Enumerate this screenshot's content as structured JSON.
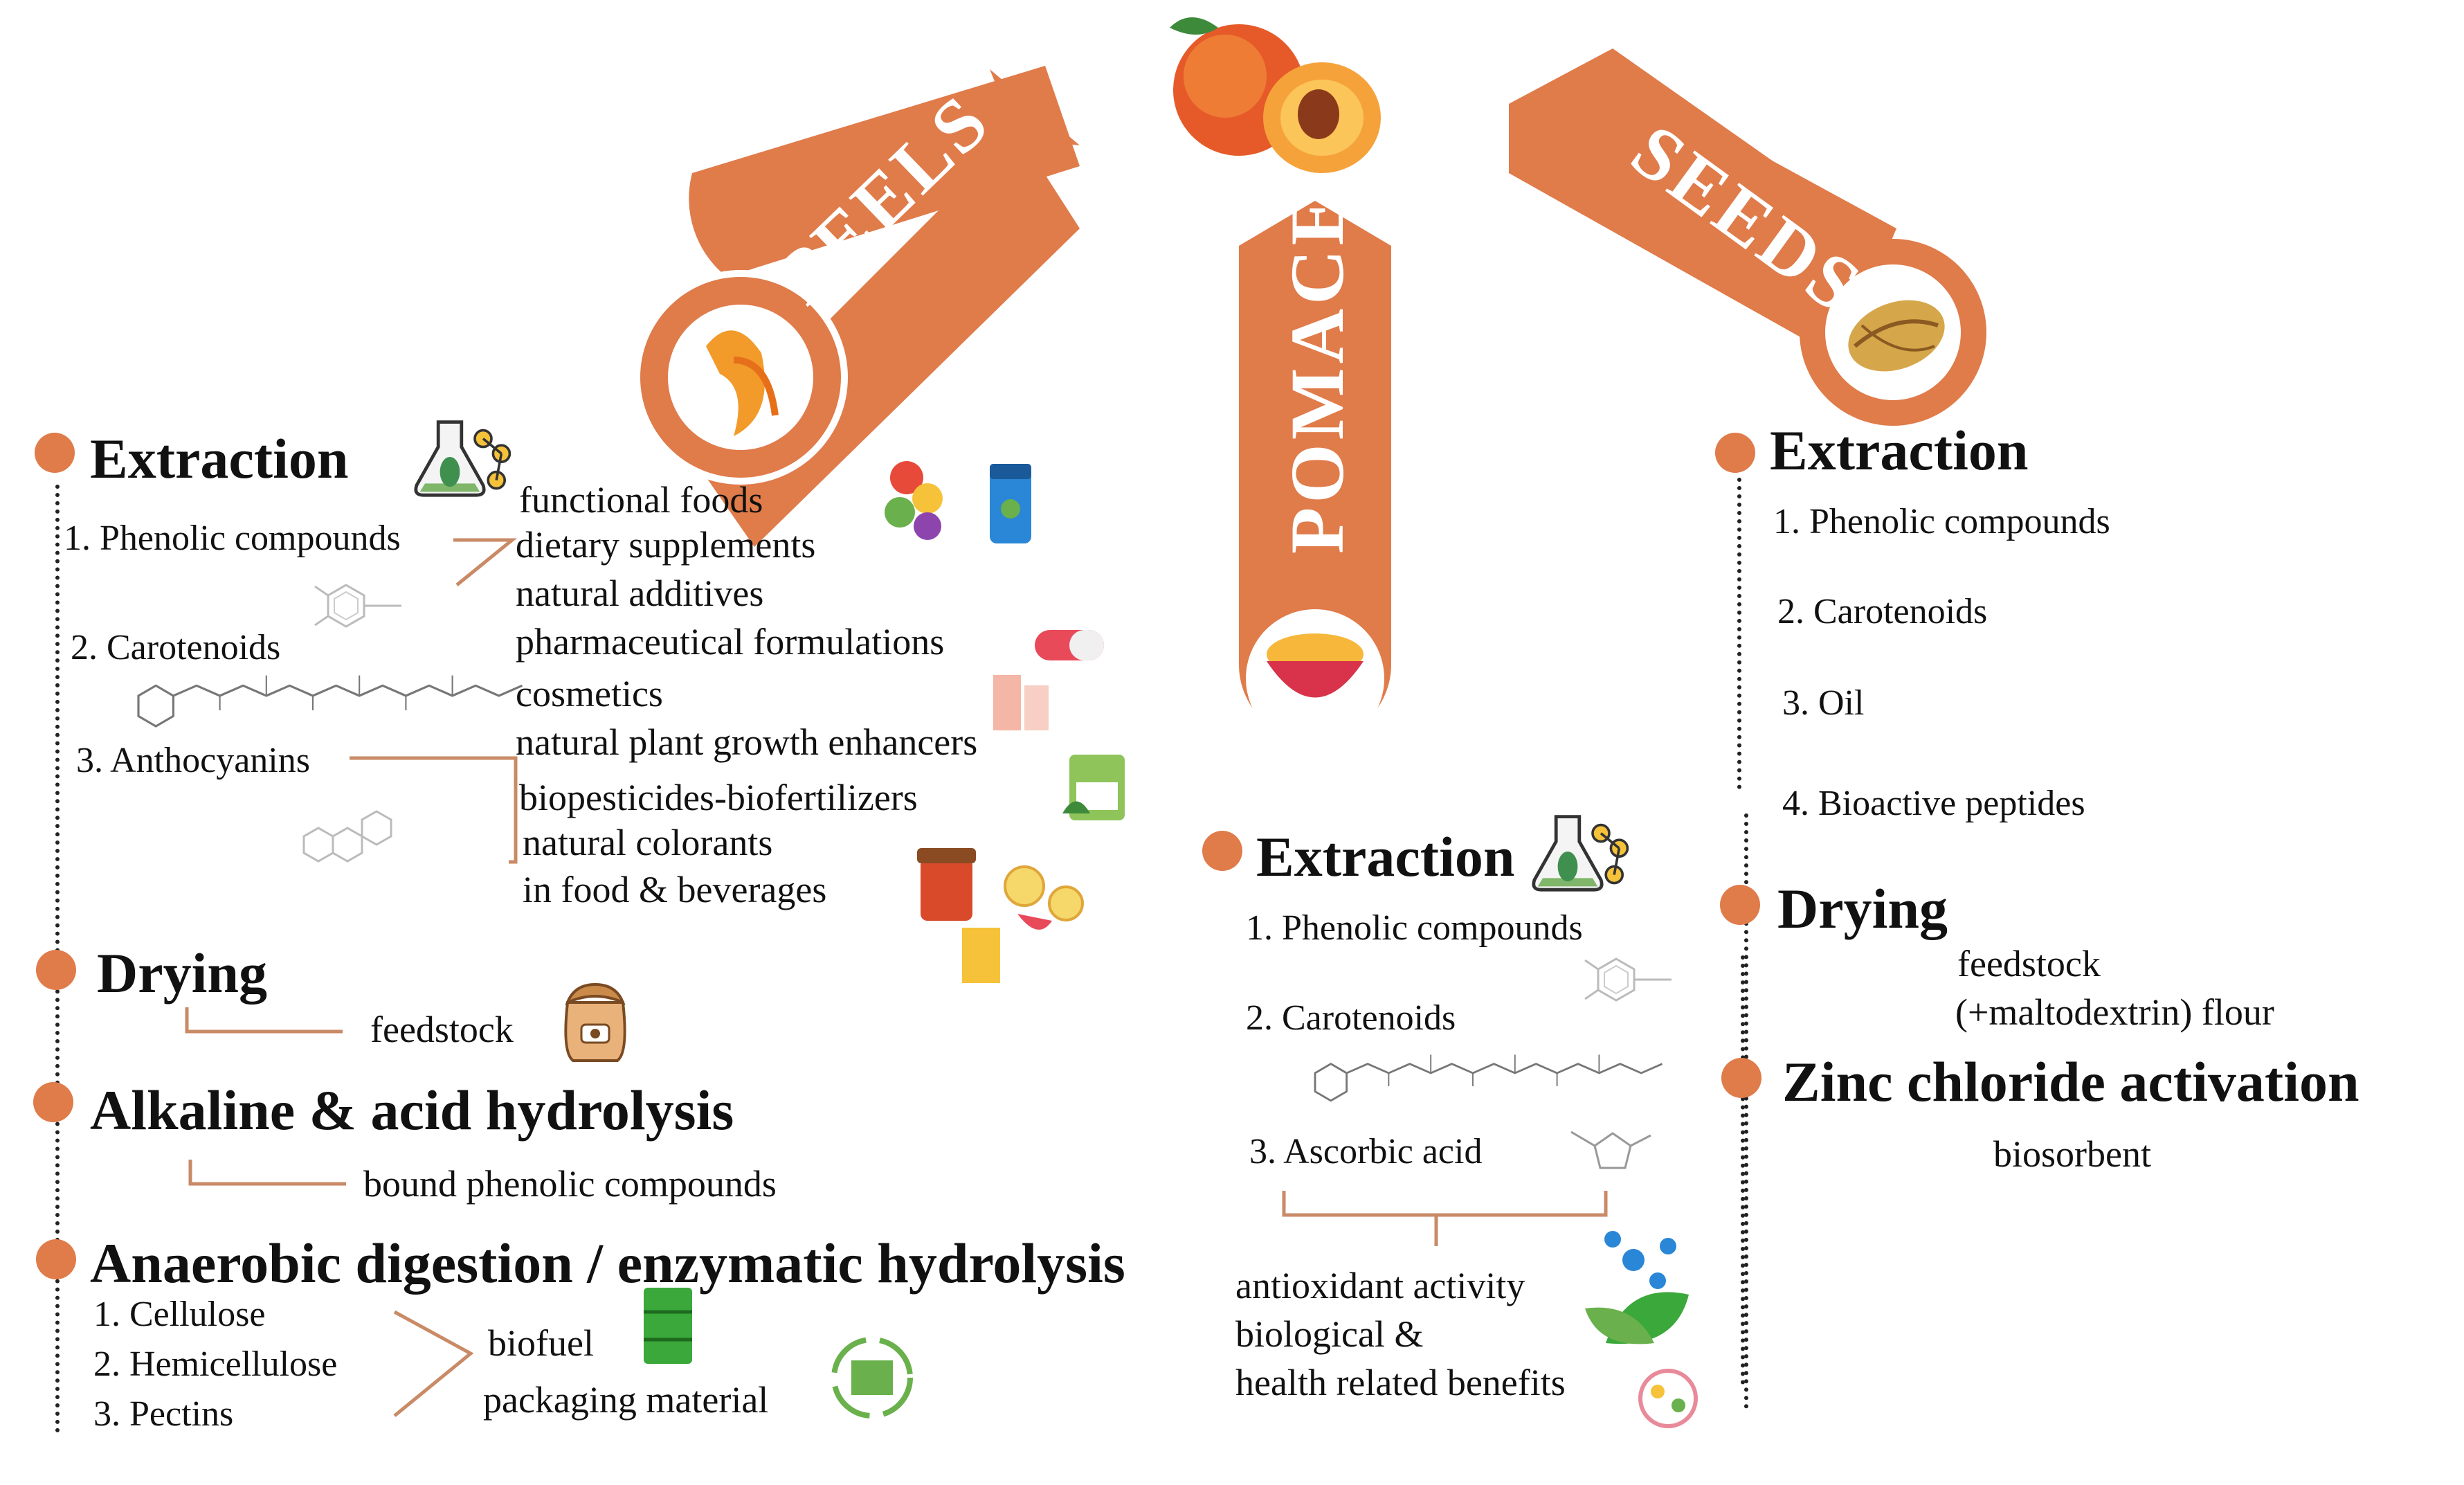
{
  "colors": {
    "accent": "#e07b4a",
    "accent_dark": "#c9622f",
    "line": "#c98a66",
    "text": "#111111"
  },
  "ribbons": {
    "peels": "PEELS",
    "pomace": "POMACE",
    "seeds": "SEEDS"
  },
  "peels": {
    "extraction": {
      "title": "Extraction",
      "items": [
        "1. Phenolic compounds",
        "2. Carotenoids",
        "3. Anthocyanins"
      ],
      "uses": [
        "functional foods",
        "dietary supplements",
        "natural additives",
        "pharmaceutical formulations",
        "cosmetics",
        "natural plant growth enhancers",
        "biopesticides-biofertilizers",
        "natural colorants",
        "in food & beverages"
      ]
    },
    "drying": {
      "title": "Drying",
      "product": "feedstock"
    },
    "hydrolysis": {
      "title": "Alkaline & acid hydrolysis",
      "product": "bound phenolic compounds"
    },
    "digestion": {
      "title": "Anaerobic digestion / enzymatic hydrolysis",
      "items": [
        "1. Cellulose",
        "2. Hemicellulose",
        "3. Pectins"
      ],
      "products": [
        "biofuel",
        "packaging material"
      ]
    }
  },
  "pomace": {
    "extraction": {
      "title": "Extraction",
      "items": [
        "1. Phenolic compounds",
        "2. Carotenoids",
        "3. Ascorbic acid"
      ],
      "benefits": [
        "antioxidant activity",
        "biological &",
        "health related benefits"
      ]
    }
  },
  "seeds": {
    "extraction": {
      "title": "Extraction",
      "items": [
        "1. Phenolic compounds",
        "2. Carotenoids",
        "3. Oil",
        "4. Bioactive peptides"
      ]
    },
    "drying": {
      "title": "Drying",
      "products": [
        "feedstock",
        "(+maltodextrin) flour"
      ]
    },
    "zinc": {
      "title": "Zinc chloride activation",
      "product": "biosorbent"
    }
  },
  "icons": [
    "peach-icon",
    "orange-peel-icon",
    "puree-bowl-icon",
    "peach-seed-icon",
    "flask-leaf-icon",
    "phenol-structure-icon",
    "carotenoid-structure-icon",
    "anthocyanin-structure-icon",
    "supplements-icon",
    "capsule-icon",
    "cosmetics-icon",
    "fertilizer-icon",
    "jam-jar-icon",
    "juice-icon",
    "feedstock-sack-icon",
    "oil-bottle-icon",
    "peptide-hexagon-icon",
    "flour-bowl-icon",
    "powder-pile-icon",
    "biofuel-barrel-icon",
    "recycle-box-icon",
    "molecule-leaf-icon",
    "health-icon",
    "ascorbic-structure-icon"
  ]
}
